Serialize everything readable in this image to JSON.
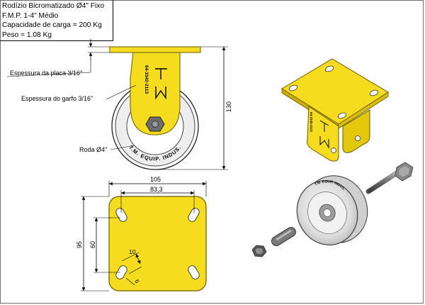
{
  "title_block": {
    "line1": "Rodízio Bicromatizado Ø4\" Fixo",
    "line2": "F.M.P. 1-4\" Médio",
    "line3": "Capacidade de carga = 200 Kg",
    "line4": "Peso = 1.08 Kg"
  },
  "side_view": {
    "plate_label": "Espessura da placa 3/16\"",
    "fork_label": "Espessura do garfo 3/16\"",
    "wheel_label": "Roda Ø4\"",
    "height_dim": "130",
    "fork_code": "64-3342-2113",
    "wheel_brand": "T.M. EQUIP. INDUS.",
    "brand_mark": "TM"
  },
  "plate_view": {
    "width_dim": "105",
    "hole_spacing_x": "83,3",
    "height_dim": "95",
    "hole_spacing_y": "60",
    "slot_length": "10",
    "slot_width": "6"
  },
  "colors": {
    "yellow": "#f6dc1f",
    "yellow_dark": "#b89c00",
    "wheel_grey": "#e6e6e6",
    "metal": "#8c8c8c"
  }
}
